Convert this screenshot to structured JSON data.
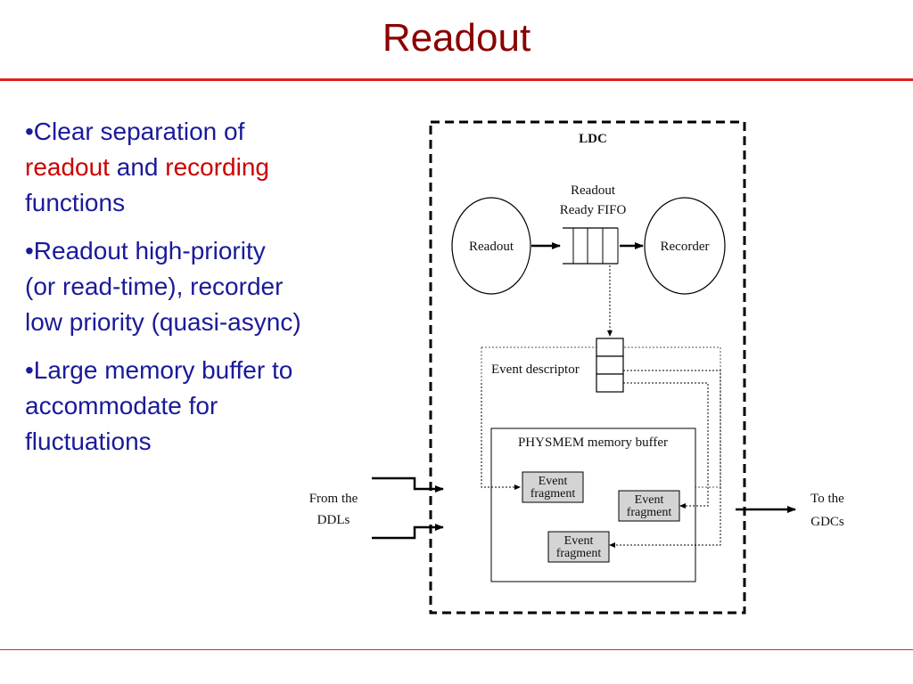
{
  "slide": {
    "title": "Readout",
    "bullets": [
      {
        "parts": [
          {
            "text": "•Clear separation of ",
            "highlight": false
          },
          {
            "text": "readout",
            "highlight": true
          },
          {
            "text": " and ",
            "highlight": false
          },
          {
            "text": "recording",
            "highlight": true
          },
          {
            "text": " functions",
            "highlight": false
          }
        ]
      },
      {
        "parts": [
          {
            "text": "•Readout high-priority (or read-time), recorder low priority (quasi-async)",
            "highlight": false
          }
        ]
      },
      {
        "parts": [
          {
            "text": "•Large memory buffer to accommodate for fluctuations",
            "highlight": false
          }
        ]
      }
    ]
  },
  "diagram": {
    "ldc_label": "LDC",
    "fifo_label_1": "Readout",
    "fifo_label_2": "Ready FIFO",
    "readout_node": "Readout",
    "recorder_node": "Recorder",
    "event_descriptor": "Event descriptor",
    "physmem": "PHYSMEM memory buffer",
    "fragment_line1": "Event",
    "fragment_line2": "fragment",
    "from_label_1": "From the",
    "from_label_2": "DDLs",
    "to_label_1": "To the",
    "to_label_2": "GDCs"
  },
  "colors": {
    "title": "#8b0000",
    "accent_rule": "#e0201c",
    "bullet_text": "#1a1a9a",
    "highlight_text": "#cc0000",
    "fragment_fill": "#d4d4d4"
  }
}
